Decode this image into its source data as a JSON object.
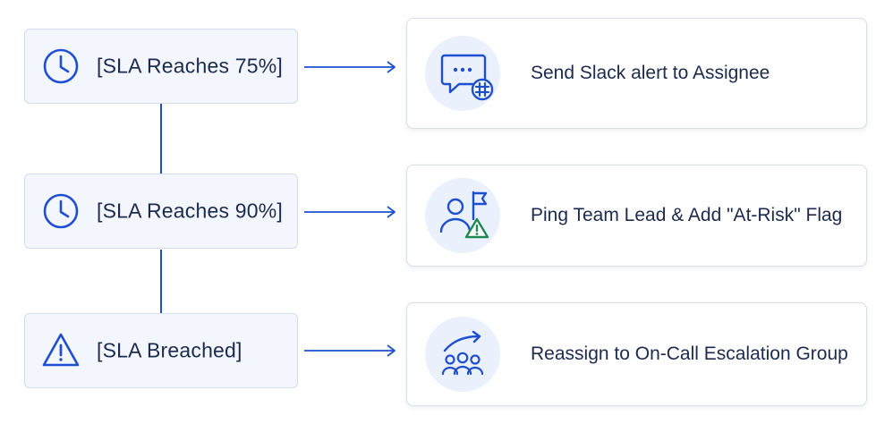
{
  "colors": {
    "accent": "#1d4fd0",
    "warning": "#1e8a4f"
  },
  "triggers": [
    {
      "label": "[SLA Reaches 75%]",
      "icon": "clock-icon"
    },
    {
      "label": "[SLA Reaches 90%]",
      "icon": "clock-icon"
    },
    {
      "label": "[SLA Breached]",
      "icon": "warning-triangle-icon"
    }
  ],
  "actions": [
    {
      "label": "Send Slack alert to Assignee",
      "icon": "slack-chat-icon"
    },
    {
      "label": "Ping Team Lead & Add \"At-Risk\" Flag",
      "icon": "person-flag-warning-icon"
    },
    {
      "label": "Reassign to On-Call Escalation Group",
      "icon": "group-reassign-icon"
    }
  ]
}
